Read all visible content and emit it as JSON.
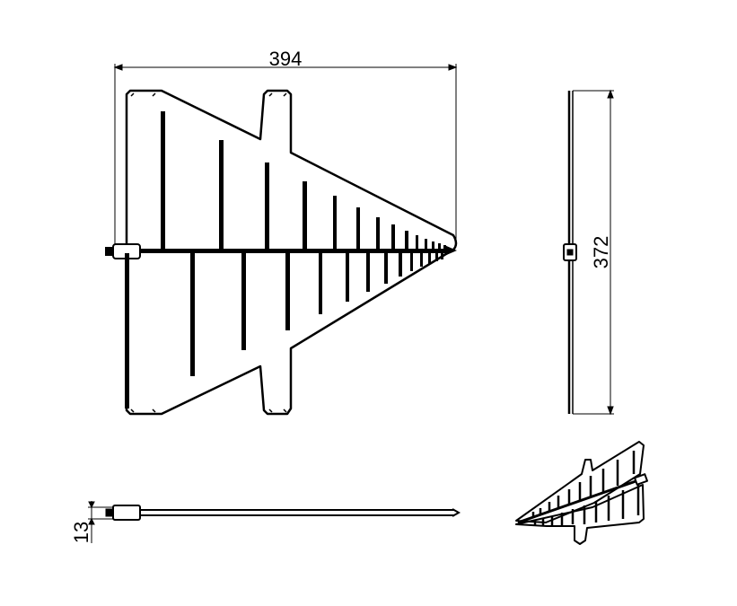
{
  "dimensions": {
    "width": "394",
    "height": "372",
    "thickness": "13"
  },
  "views": [
    "front-view",
    "side-view",
    "bottom-view",
    "isometric-view"
  ],
  "colors": {
    "line": "#000000",
    "background": "#ffffff"
  }
}
